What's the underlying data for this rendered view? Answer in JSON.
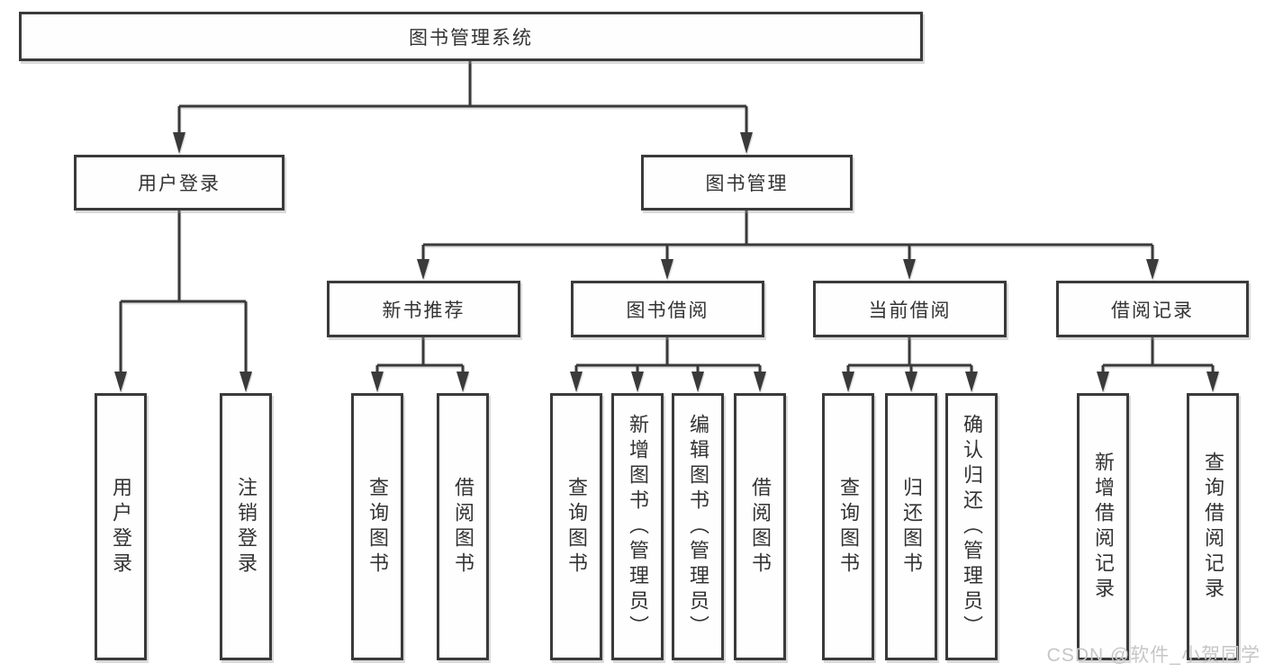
{
  "diagram": {
    "root": {
      "label": "图书管理系统"
    },
    "branches": [
      {
        "label": "用户登录",
        "children": [
          {
            "label": "用户登录"
          },
          {
            "label": "注销登录"
          }
        ]
      },
      {
        "label": "图书管理",
        "children": [
          {
            "label": "新书推荐",
            "children": [
              {
                "label": "查询图书"
              },
              {
                "label": "借阅图书"
              }
            ]
          },
          {
            "label": "图书借阅",
            "children": [
              {
                "label": "查询图书"
              },
              {
                "label": "新增图书（管理员）"
              },
              {
                "label": "编辑图书（管理员）"
              },
              {
                "label": "借阅图书"
              }
            ]
          },
          {
            "label": "当前借阅",
            "children": [
              {
                "label": "查询图书"
              },
              {
                "label": "归还图书"
              },
              {
                "label": "确认归还（管理员）"
              }
            ]
          },
          {
            "label": "借阅记录",
            "children": [
              {
                "label": "新增借阅记录"
              },
              {
                "label": "查询借阅记录"
              }
            ]
          }
        ]
      }
    ]
  },
  "watermark": {
    "text": "CSDN @软件_小贺同学"
  },
  "colors": {
    "background": "#ffffff",
    "line": "#3a3a3a",
    "box_border": "#3a3a3a",
    "box_fill": "#fefefe",
    "text": "#333333",
    "watermark": "#c6c6c6"
  }
}
